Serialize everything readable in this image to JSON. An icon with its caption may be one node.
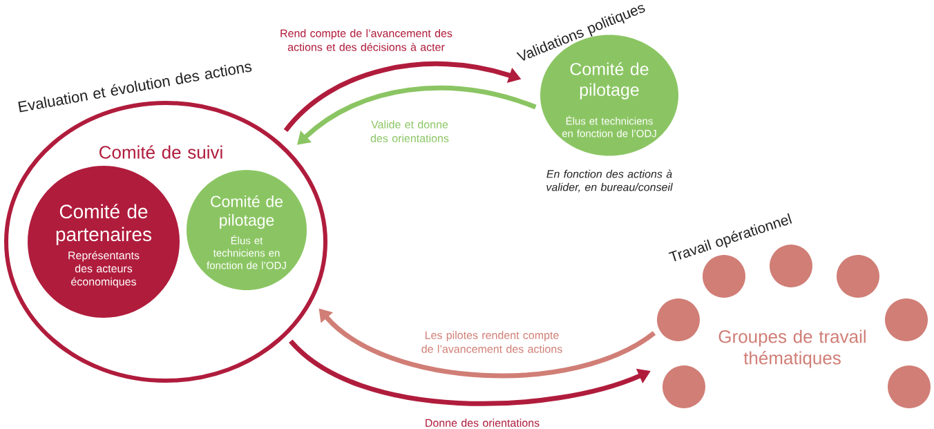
{
  "diagram": {
    "nodes": [
      {
        "text": [
          "Evaluation et évolution des actions",
          "Comité de suivi"
        ]
      },
      {
        "text": [
          "Comité de partenaires",
          "Représentants des acteurs économiques"
        ],
        "in": 0
      },
      {
        "text": [
          "Comité de pilotage",
          "Élus et techniciens en fonction de l’ODJ"
        ],
        "in": 0
      },
      {
        "text": [
          "Validations politiques",
          "Comité de pilotage",
          "Élus et techniciens en fonction de l’ODJ"
        ],
        "beside": [
          "En fonction des actions à valider, en bureau/conseil"
        ]
      },
      {
        "text": [
          "Groupes de travail thématiques"
        ]
      },
      {
        "text": [],
        "shape": "circle",
        "in": 4
      },
      {
        "text": [],
        "shape": "circle",
        "in": 4
      },
      {
        "text": [],
        "shape": "circle",
        "in": 4
      },
      {
        "text": [],
        "shape": "circle",
        "in": 4
      },
      {
        "text": [],
        "shape": "circle",
        "in": 4
      },
      {
        "text": [],
        "shape": "circle",
        "in": 4
      },
      {
        "text": [],
        "shape": "circle",
        "in": 4
      }
    ],
    "edges": [
      {
        "from": 0,
        "to": 3,
        "arrow": "to",
        "label": "Rend compte de l’avancement des actions et des décisions à acter",
        "color": "#b01c3c"
      },
      {
        "from": 3,
        "to": 0,
        "arrow": "to",
        "label": "Valide et donne des orientations",
        "color": "#8bc563"
      },
      {
        "from": 4,
        "to": 0,
        "arrow": "to",
        "label": "Les pilotes rendent compte de l’avancement des actions",
        "color": "#d07e76"
      },
      {
        "from": 0,
        "to": 4,
        "arrow": "to",
        "label": "Donne des orientations",
        "color": "#b01c3c"
      }
    ],
    "labels": [
      "Travail opérationnel"
    ]
  }
}
